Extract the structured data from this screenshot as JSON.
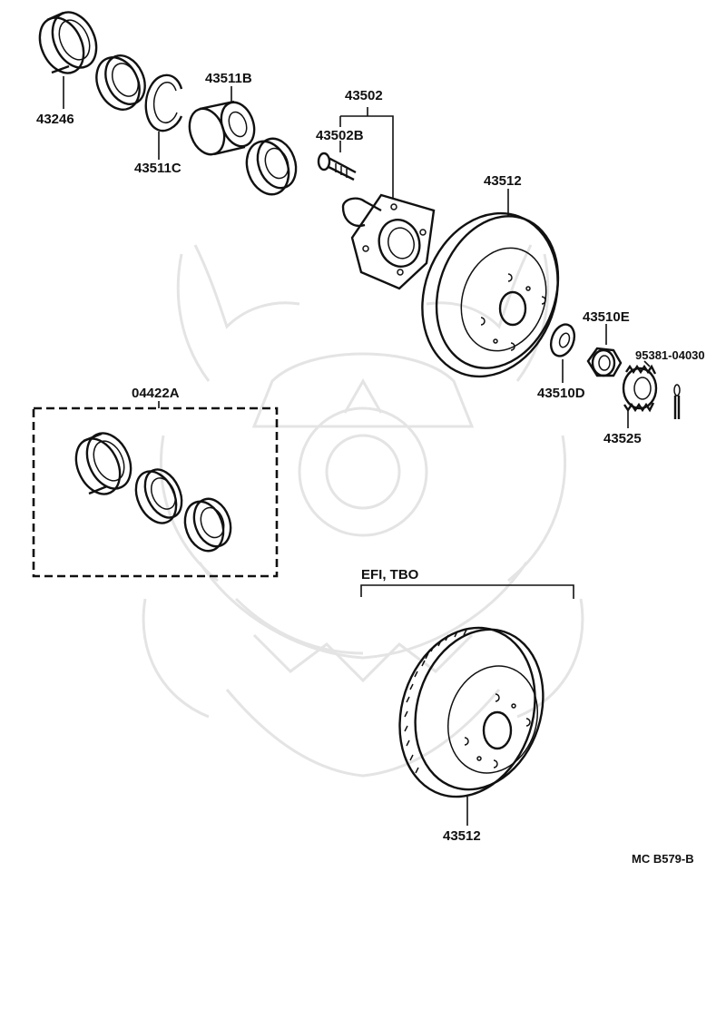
{
  "diagram": {
    "reference": "MC  B579-B",
    "variant_label": "EFI, TBO",
    "parts": {
      "p43246": "43246",
      "p43511B": "43511B",
      "p43511C": "43511C",
      "p43502": "43502",
      "p43502B": "43502B",
      "p43512_top": "43512",
      "p43510E": "43510E",
      "p43510D": "43510D",
      "p95381": "95381-04030",
      "p43525": "43525",
      "p04422A": "04422A",
      "p43512_bottom": "43512"
    },
    "colors": {
      "line": "#111111",
      "watermark": "#e4e4e4",
      "background": "#ffffff"
    }
  }
}
